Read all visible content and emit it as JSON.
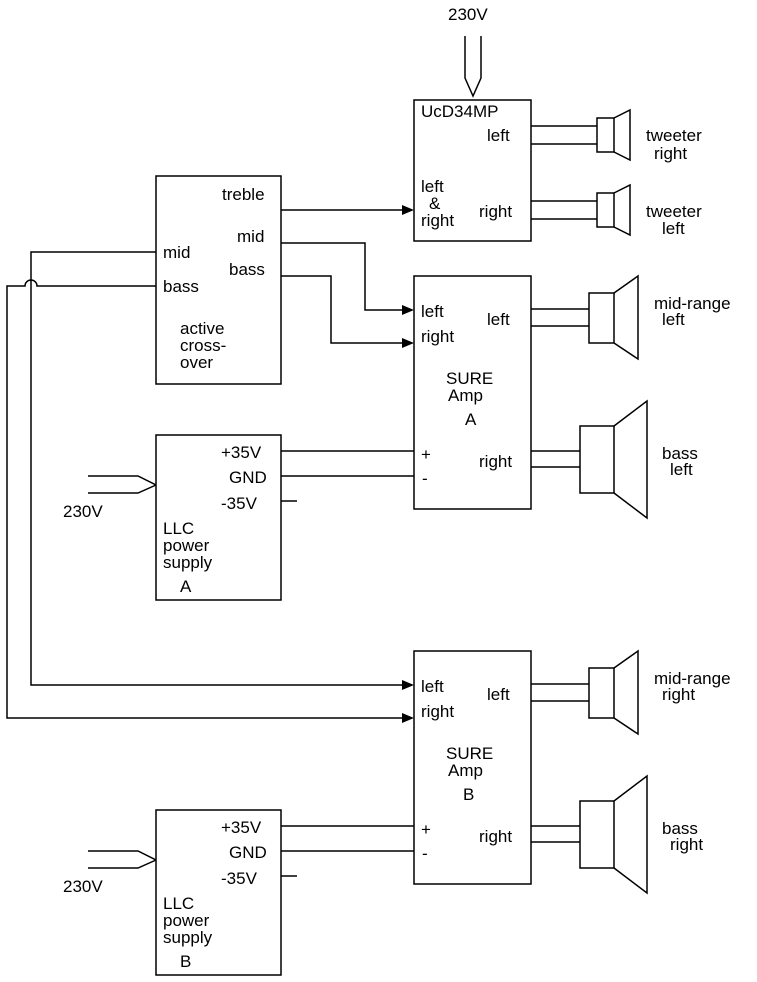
{
  "mains": {
    "top": "230V",
    "psu_a": "230V",
    "psu_b": "230V"
  },
  "crossover": {
    "treble": "treble",
    "mid_out": "mid",
    "bass_out": "bass",
    "mid_in": "mid",
    "bass_in": "bass",
    "name": [
      "active",
      "cross-",
      "over"
    ]
  },
  "ucd": {
    "title": "UcD34MP",
    "out_left": "left",
    "out_right": "right",
    "in_label": [
      "left",
      "&",
      "right"
    ]
  },
  "amp_a": {
    "in_left": "left",
    "in_right": "right",
    "out_left": "left",
    "out_right": "right",
    "name": [
      "SURE",
      "Amp",
      "A"
    ],
    "plus": "+",
    "minus": "-"
  },
  "amp_b": {
    "in_left": "left",
    "in_right": "right",
    "out_left": "left",
    "out_right": "right",
    "name": [
      "SURE",
      "Amp",
      "B"
    ],
    "plus": "+",
    "minus": "-"
  },
  "psu_a": {
    "plus": "+35V",
    "gnd": "GND",
    "minus": "-35V",
    "name": [
      "LLC",
      "power",
      "supply",
      "A"
    ]
  },
  "psu_b": {
    "plus": "+35V",
    "gnd": "GND",
    "minus": "-35V",
    "name": [
      "LLC",
      "power",
      "supply",
      "B"
    ]
  },
  "speakers": {
    "tweeter_right": [
      "tweeter",
      "right"
    ],
    "tweeter_left": [
      "tweeter",
      "left"
    ],
    "midrange_left": [
      "mid-range",
      "left"
    ],
    "bass_left": [
      "bass",
      "left"
    ],
    "midrange_right": [
      "mid-range",
      "right"
    ],
    "bass_right": [
      "bass",
      "right"
    ]
  }
}
